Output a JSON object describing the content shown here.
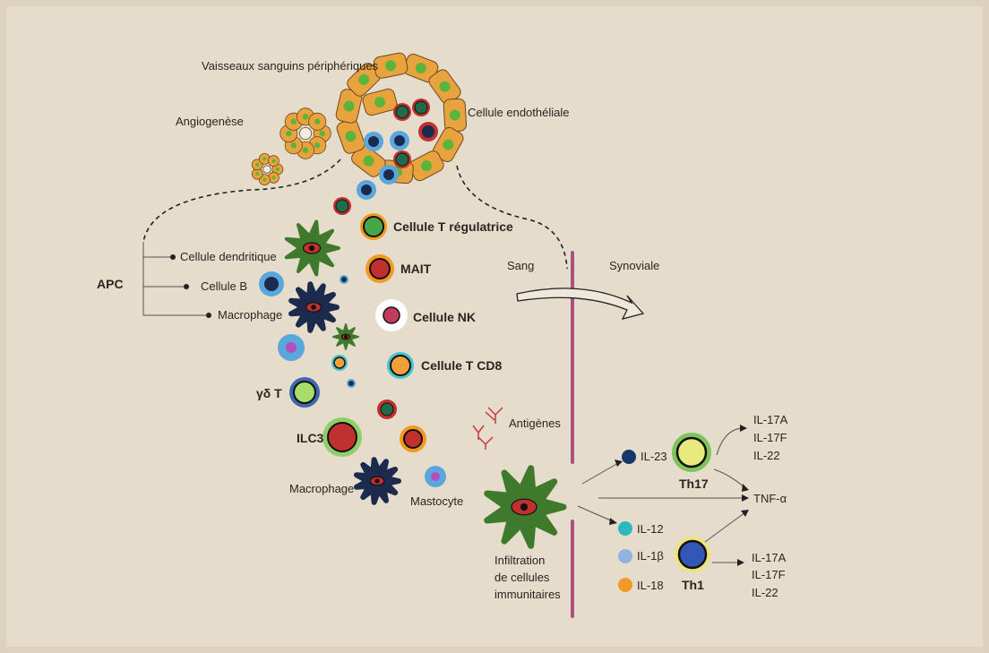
{
  "labels": {
    "vessels": "Vaisseaux sanguins périphériques",
    "angiogenesis": "Angiogenèse",
    "endothelial": "Cellule endothéliale",
    "apc": "APC",
    "dendritic": "Cellule dendritique",
    "b_cell": "Cellule B",
    "macrophage": "Macrophage",
    "treg": "Cellule T régulatrice",
    "mait": "MAIT",
    "nk": "Cellule NK",
    "cd8": "Cellule T CD8",
    "gd_t": "γδ T",
    "ilc3": "ILC3",
    "macrophage2": "Macrophage",
    "mast": "Mastocyte",
    "blood": "Sang",
    "synovial": "Synoviale",
    "antigens": "Antigènes",
    "infiltration": [
      "Infiltration",
      "de cellules",
      "immunitaires"
    ],
    "il23": "IL-23",
    "il12": "IL-12",
    "il1b": "IL-1β",
    "il18": "IL-18",
    "th17": "Th17",
    "th1": "Th1",
    "tnf": "TNF-α",
    "th17_out": [
      "IL-17A",
      "IL-17F",
      "IL-22"
    ],
    "th1_out": [
      "IL-17A",
      "IL-17F",
      "IL-22"
    ]
  },
  "colors": {
    "background": "#e5dccb",
    "endothelial": "#e8a23e",
    "membrane": "#ae4f82",
    "dendritic": "#3f7a2c"
  }
}
